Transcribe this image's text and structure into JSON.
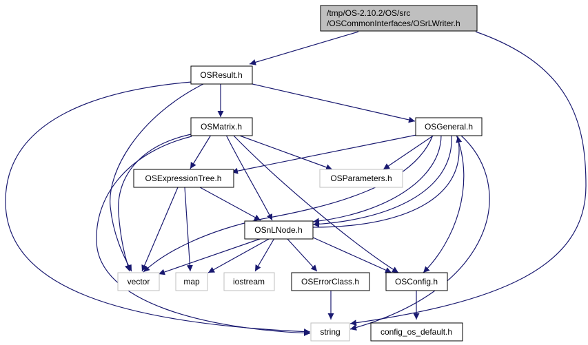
{
  "colors": {
    "edge": "#191970",
    "node_border": "#000000",
    "external_border": "#bfbfbf",
    "root_fill": "#bfbfbf",
    "text": "#000000",
    "external_text": "#000000"
  },
  "nodes": {
    "root": {
      "lines": [
        "/tmp/OS-2.10.2/OS/src",
        "/OSCommonInterfaces/OSrLWriter.h"
      ],
      "kind": "root"
    },
    "osresult": {
      "lines": [
        "OSResult.h"
      ],
      "kind": "internal"
    },
    "osmatrix": {
      "lines": [
        "OSMatrix.h"
      ],
      "kind": "internal"
    },
    "osgeneral": {
      "lines": [
        "OSGeneral.h"
      ],
      "kind": "internal"
    },
    "osexpressiontree": {
      "lines": [
        "OSExpressionTree.h"
      ],
      "kind": "internal"
    },
    "osparameters": {
      "lines": [
        "OSParameters.h"
      ],
      "kind": "external"
    },
    "osnlnode": {
      "lines": [
        "OSnLNode.h"
      ],
      "kind": "internal"
    },
    "vector": {
      "lines": [
        "vector"
      ],
      "kind": "external"
    },
    "map": {
      "lines": [
        "map"
      ],
      "kind": "external"
    },
    "iostream": {
      "lines": [
        "iostream"
      ],
      "kind": "external"
    },
    "oserrorclass": {
      "lines": [
        "OSErrorClass.h"
      ],
      "kind": "internal"
    },
    "osconfig": {
      "lines": [
        "OSConfig.h"
      ],
      "kind": "internal"
    },
    "string": {
      "lines": [
        "string"
      ],
      "kind": "external"
    },
    "config_os_default": {
      "lines": [
        "config_os_default.h"
      ],
      "kind": "internal"
    }
  }
}
